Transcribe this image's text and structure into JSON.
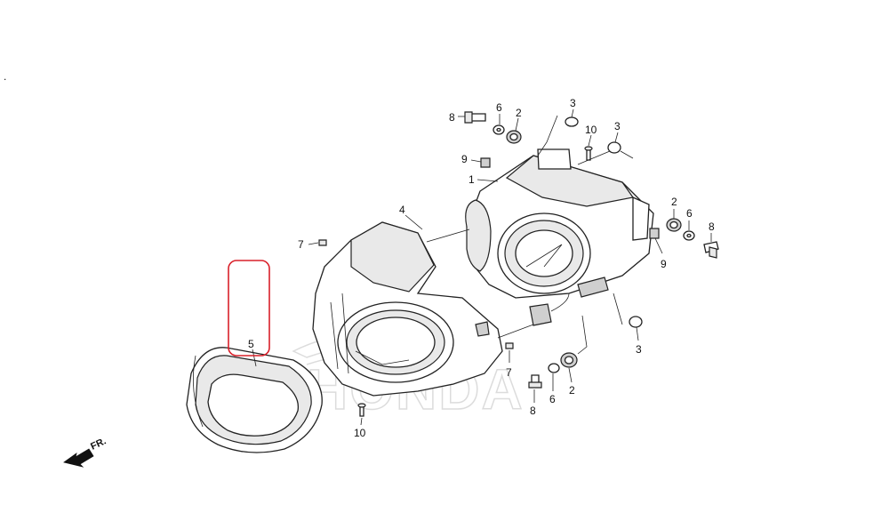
{
  "diagram": {
    "callouts": {
      "c1": "1",
      "c2a": "2",
      "c2b": "2",
      "c2c": "2",
      "c3a": "3",
      "c3b": "3",
      "c3c": "3",
      "c4": "4",
      "c5": "5",
      "c6a": "6",
      "c6b": "6",
      "c6c": "6",
      "c7a": "7",
      "c7b": "7",
      "c8a": "8",
      "c8b": "8",
      "c8c": "8",
      "c9a": "9",
      "c9b": "9",
      "c10a": "10",
      "c10b": "10"
    },
    "direction_label": "FR.",
    "watermark": "HONDA",
    "stray_mark": ".",
    "highlight_color": "#d9202a"
  }
}
